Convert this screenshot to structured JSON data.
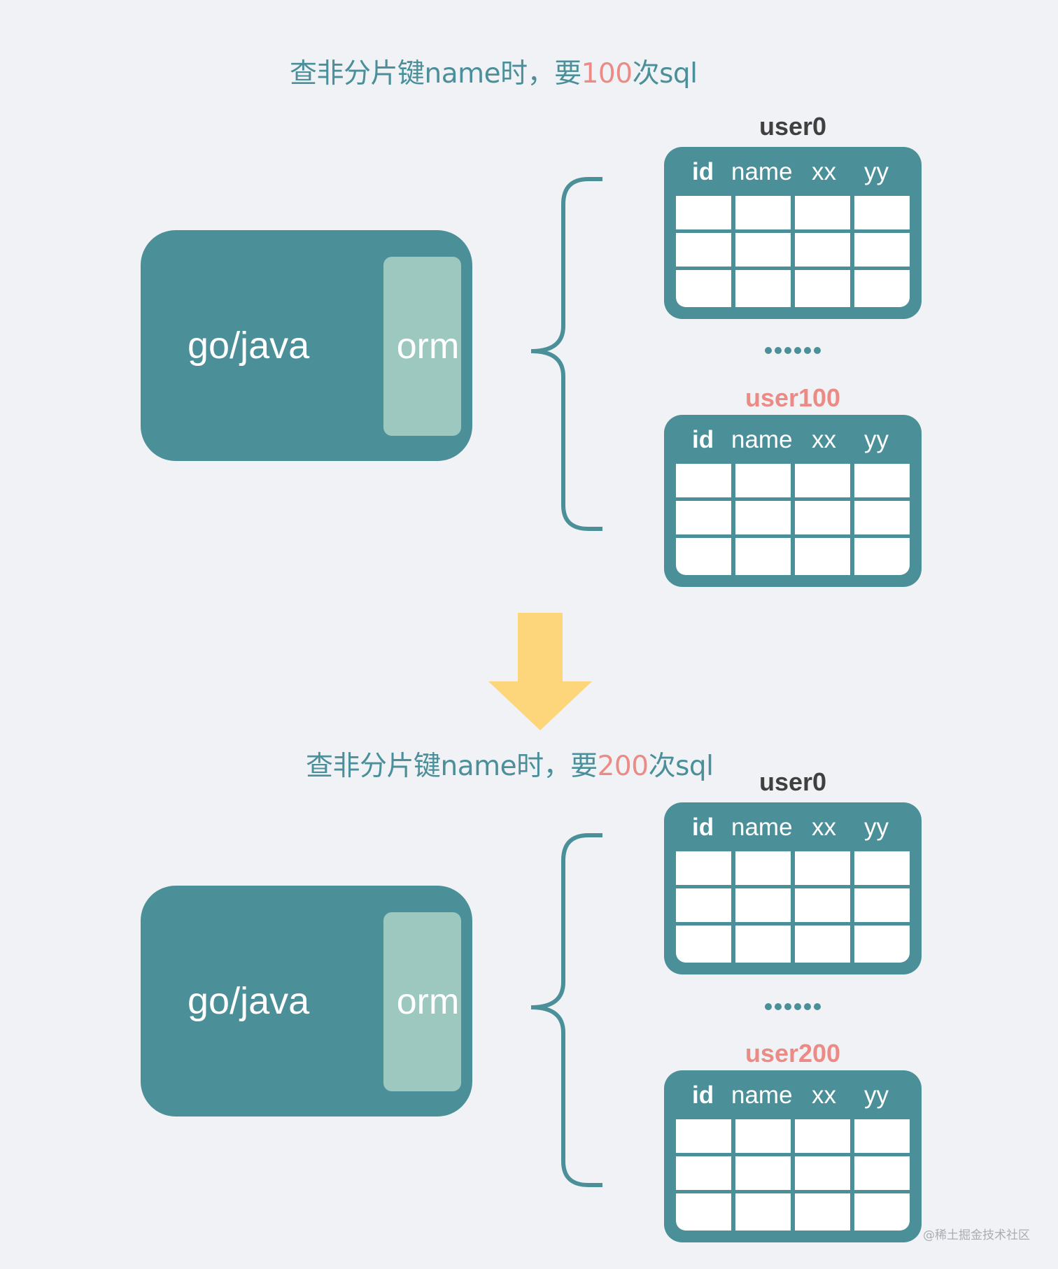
{
  "top": {
    "caption_pre": "查非分片键name时，要",
    "caption_num": "100",
    "caption_post": "次sql",
    "app_label": "go/java",
    "orm_label": "orm",
    "table_first_title": "user0",
    "table_last_title": "user100",
    "ellipsis": "......"
  },
  "bottom": {
    "caption_pre": "查非分片键name时，要",
    "caption_num": "200",
    "caption_post": "次sql",
    "app_label": "go/java",
    "orm_label": "orm",
    "table_first_title": "user0",
    "table_last_title": "user200",
    "ellipsis": "......"
  },
  "table_columns": [
    "id",
    "name",
    "xx",
    "yy"
  ],
  "watermark": "@稀土掘金技术社区",
  "colors": {
    "teal": "#4b8f99",
    "orm_panel": "#9dc8bf",
    "highlight_red": "#ec8a86",
    "arrow_yellow": "#fdd57a",
    "background": "#f0f2f5"
  },
  "icons": {
    "transition": "down-arrow-icon"
  }
}
